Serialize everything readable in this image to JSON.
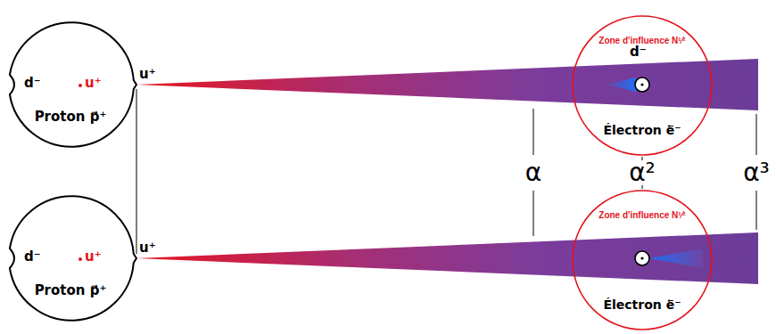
{
  "diagram": {
    "nodes": [
      {
        "text": [
          "d⁻",
          "u⁺",
          "Proton p⃗⁺",
          "u⁺"
        ]
      },
      {
        "text": [
          "Zone d'influence N¹⁄²",
          "d⁻",
          "Électron e⃖⁻"
        ]
      },
      {
        "text": [
          "d⁻",
          "u⁺",
          "Proton p⃗⁺",
          "u⁺"
        ]
      },
      {
        "text": [
          "Zone d'influence N¹⁄²",
          "Électron e⃖⁻"
        ]
      }
    ],
    "edges": [
      {
        "from": 0,
        "to": 2,
        "arrow": "none"
      },
      {
        "from": 1,
        "to": 3,
        "arrow": "none",
        "label": "α²"
      }
    ],
    "labels": [
      "α",
      "α³"
    ]
  }
}
